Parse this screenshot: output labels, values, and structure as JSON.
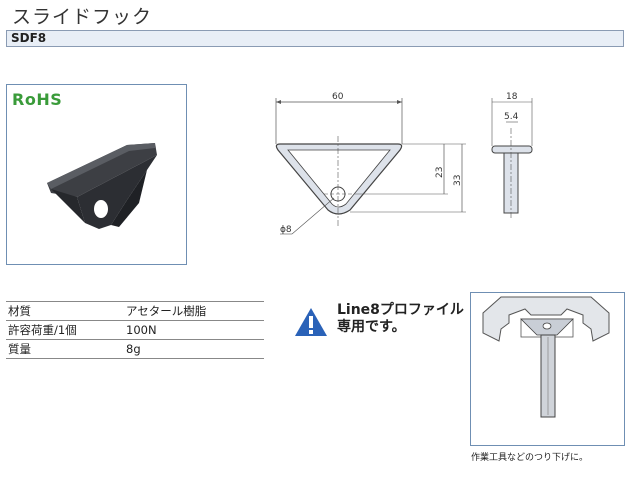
{
  "title": "スライドフック",
  "code": "SDF8",
  "rohs": "RoHS",
  "drawing": {
    "width": "60",
    "side_width": "18",
    "slot": "5.4",
    "h1": "23",
    "h2": "33",
    "hole": "ϕ8"
  },
  "specs": [
    {
      "key": "材質",
      "value": "アセタール樹脂"
    },
    {
      "key": "許容荷重/1個",
      "value": "100N"
    },
    {
      "key": "質量",
      "value": "8g"
    }
  ],
  "notice": {
    "line1": "Line8プロファイル",
    "line2": "専用です。"
  },
  "caption": "作業工具などのつり下げに。",
  "colors": {
    "header_bar": "#e8eef6",
    "box_border": "#6f8fb3",
    "warning": "#2a62b8",
    "rohs": "#3a9b3a"
  }
}
